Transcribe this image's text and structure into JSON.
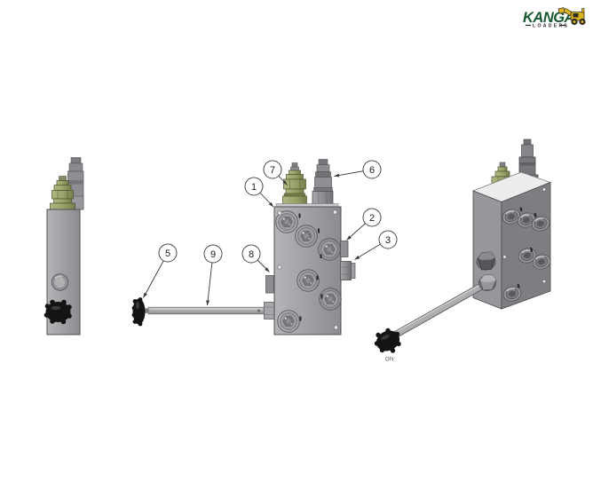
{
  "logo": {
    "brand": "KANGA",
    "subtitle": "LOADERS",
    "brand_color": "#17572f",
    "loader_yellow": "#dcb41e"
  },
  "callouts": {
    "c1": "1",
    "c2": "2",
    "c3": "3",
    "c5": "5",
    "c6": "6",
    "c7": "7",
    "c8": "8",
    "c9": "9"
  },
  "annotations": {
    "knob_position_label": "ON:"
  },
  "colors": {
    "block_gray": "#9b9c9f",
    "valve_green": "#9aa36b",
    "valve_gray": "#8e8f92",
    "knob_black": "#141415",
    "callout_line": "#3a3a3c"
  }
}
